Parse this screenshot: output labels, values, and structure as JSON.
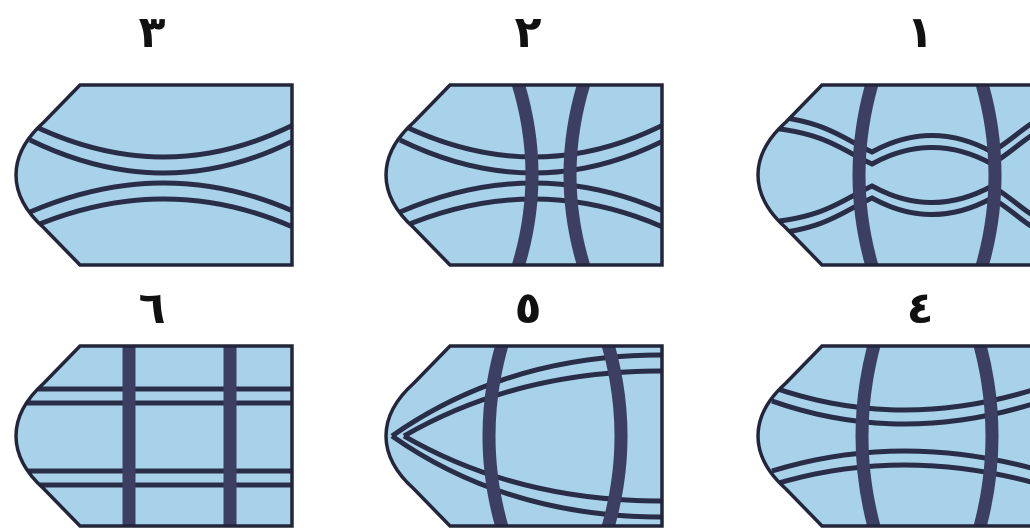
{
  "colors": {
    "fill": "#a7d2ea",
    "outline": "#23253a",
    "band": "#3c3f61",
    "stripe": "#2a2d47",
    "background": "#ffffff"
  },
  "figures": [
    {
      "id": "1",
      "label": "١"
    },
    {
      "id": "2",
      "label": "٢"
    },
    {
      "id": "3",
      "label": "٣"
    },
    {
      "id": "4",
      "label": "٤"
    },
    {
      "id": "5",
      "label": "٥"
    },
    {
      "id": "6",
      "label": "٦"
    }
  ]
}
